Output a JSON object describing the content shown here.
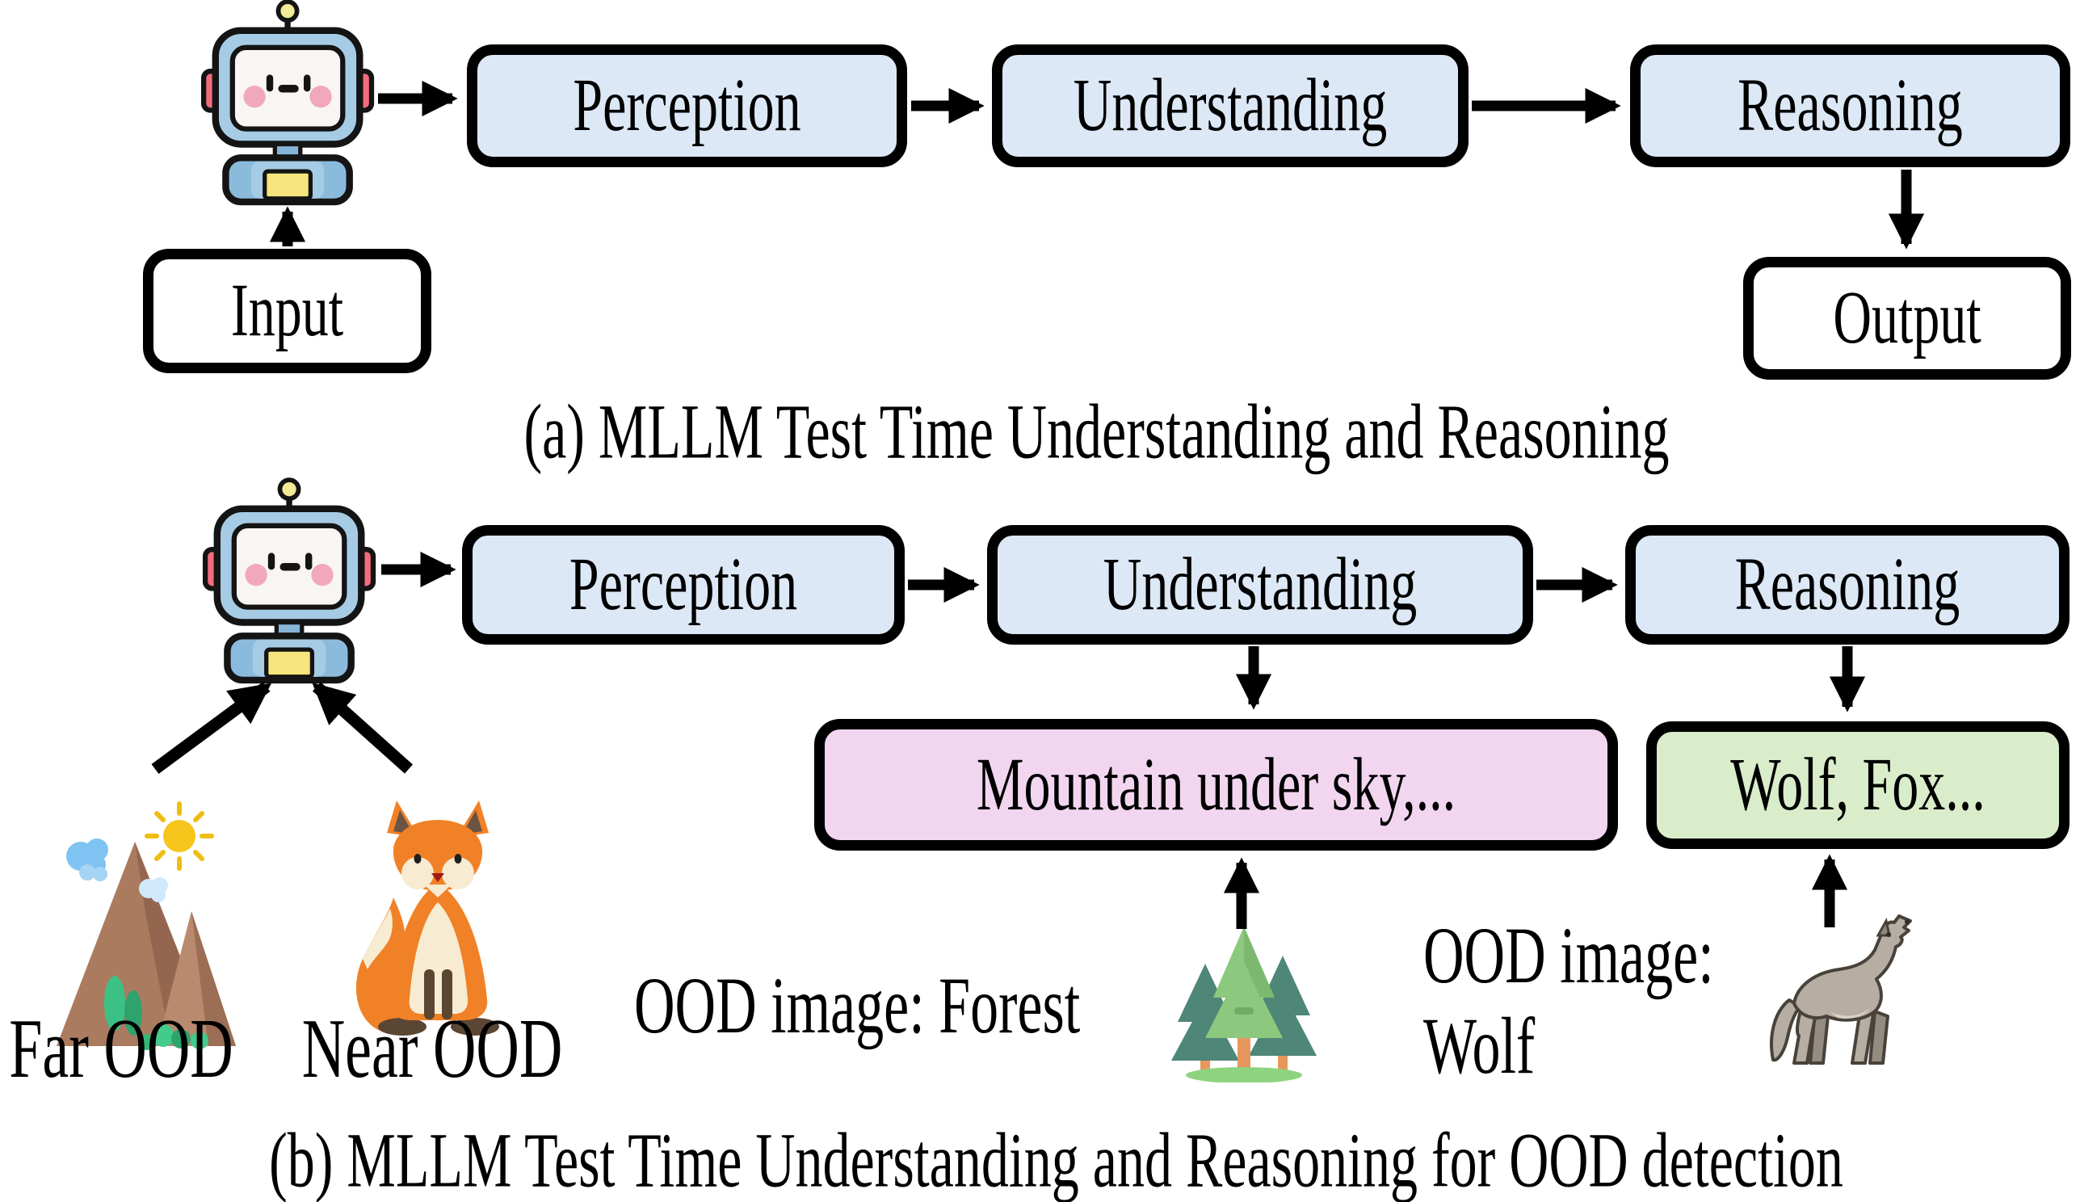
{
  "figure": {
    "panel_a": {
      "caption": "(a) MLLM Test Time Understanding and Reasoning",
      "input_label": "Input",
      "output_label": "Output",
      "pipeline": [
        "Perception",
        "Understanding",
        "Reasoning"
      ]
    },
    "panel_b": {
      "caption": "(b) MLLM Test Time Understanding and Reasoning for OOD detection",
      "pipeline": [
        "Perception",
        "Understanding",
        "Reasoning"
      ],
      "understanding_result": "Mountain under sky,...",
      "reasoning_result": "Wolf, Fox...",
      "far_ood_label": "Far OOD",
      "near_ood_label": "Near OOD",
      "ood_forest_label": "OOD image: Forest",
      "ood_wolf_label_line1": "OOD image:",
      "ood_wolf_label_line2": "Wolf"
    },
    "colors": {
      "process_box_fill": "#dce8f6",
      "understanding_result_fill": "#f2d6f0",
      "reasoning_result_fill": "#daedcb",
      "io_box_fill": "#ffffff",
      "border": "#000000"
    },
    "icons": {
      "robot": "robot-icon",
      "mountain": "mountain-landscape-icon",
      "fox": "fox-icon",
      "forest": "forest-trees-icon",
      "wolf": "wolf-icon"
    }
  }
}
